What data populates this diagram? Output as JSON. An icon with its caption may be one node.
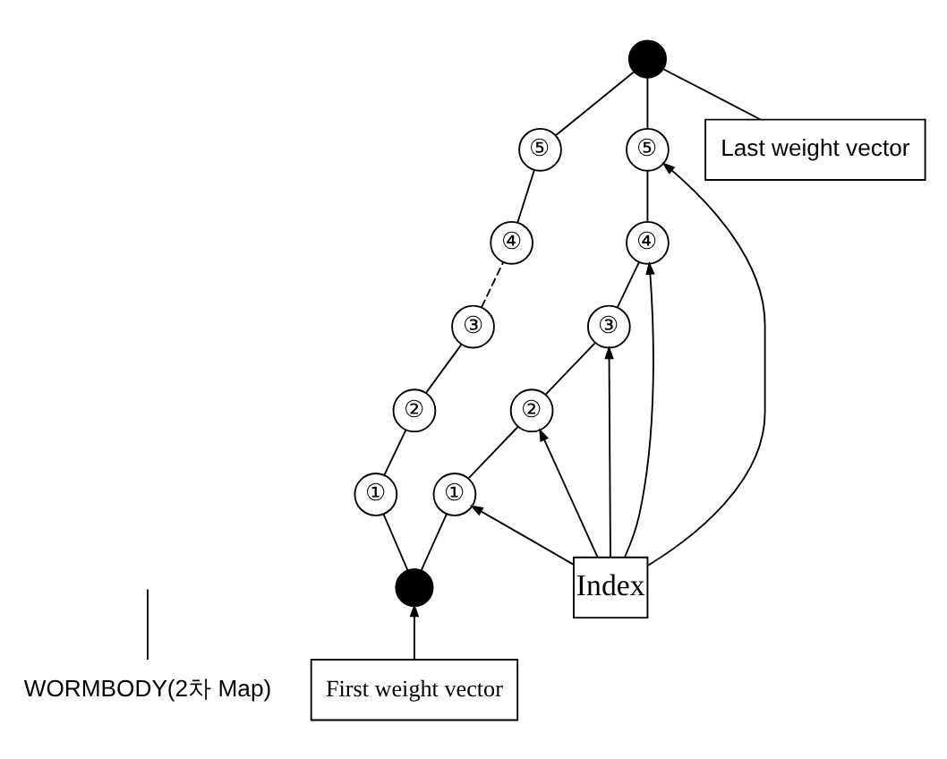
{
  "diagram": {
    "nodes": [
      {
        "text": [
          "WORMBODY(2차 Map)"
        ]
      },
      {
        "text": [
          "First weight vector"
        ]
      },
      {
        "text": [],
        "shape": "circle"
      },
      {
        "text": [
          "①"
        ]
      },
      {
        "text": [
          "②"
        ]
      },
      {
        "text": [
          "③"
        ]
      },
      {
        "text": [
          "④"
        ]
      },
      {
        "text": [
          "⑤"
        ]
      },
      {
        "text": [],
        "shape": "circle"
      },
      {
        "text": [
          "①"
        ]
      },
      {
        "text": [
          "②"
        ]
      },
      {
        "text": [
          "③"
        ]
      },
      {
        "text": [
          "④"
        ]
      },
      {
        "text": [
          "⑤"
        ]
      },
      {
        "text": [
          "Index"
        ]
      },
      {
        "text": [
          "Last weight vector"
        ]
      }
    ],
    "edges": [
      {
        "from": 2,
        "to": 3,
        "arrow": "none"
      },
      {
        "from": 3,
        "to": 4,
        "arrow": "none"
      },
      {
        "from": 4,
        "to": 5,
        "arrow": "none"
      },
      {
        "from": 5,
        "to": 6,
        "arrow": "none",
        "style": "dashed"
      },
      {
        "from": 6,
        "to": 7,
        "arrow": "none"
      },
      {
        "from": 7,
        "to": 8,
        "arrow": "none"
      },
      {
        "from": 2,
        "to": 9,
        "arrow": "none"
      },
      {
        "from": 9,
        "to": 10,
        "arrow": "none"
      },
      {
        "from": 10,
        "to": 11,
        "arrow": "none"
      },
      {
        "from": 11,
        "to": 12,
        "arrow": "none"
      },
      {
        "from": 12,
        "to": 13,
        "arrow": "none"
      },
      {
        "from": 13,
        "to": 8,
        "arrow": "none"
      },
      {
        "from": 14,
        "to": 9,
        "arrow": "to"
      },
      {
        "from": 14,
        "to": 10,
        "arrow": "to"
      },
      {
        "from": 14,
        "to": 11,
        "arrow": "to"
      },
      {
        "from": 14,
        "to": 12,
        "arrow": "to"
      },
      {
        "from": 14,
        "to": 13,
        "arrow": "to"
      },
      {
        "from": 1,
        "to": 2,
        "arrow": "to"
      },
      {
        "from": 15,
        "to": 8,
        "arrow": "none"
      },
      {
        "from": 0,
        "to": null,
        "arrow": "none"
      }
    ]
  }
}
